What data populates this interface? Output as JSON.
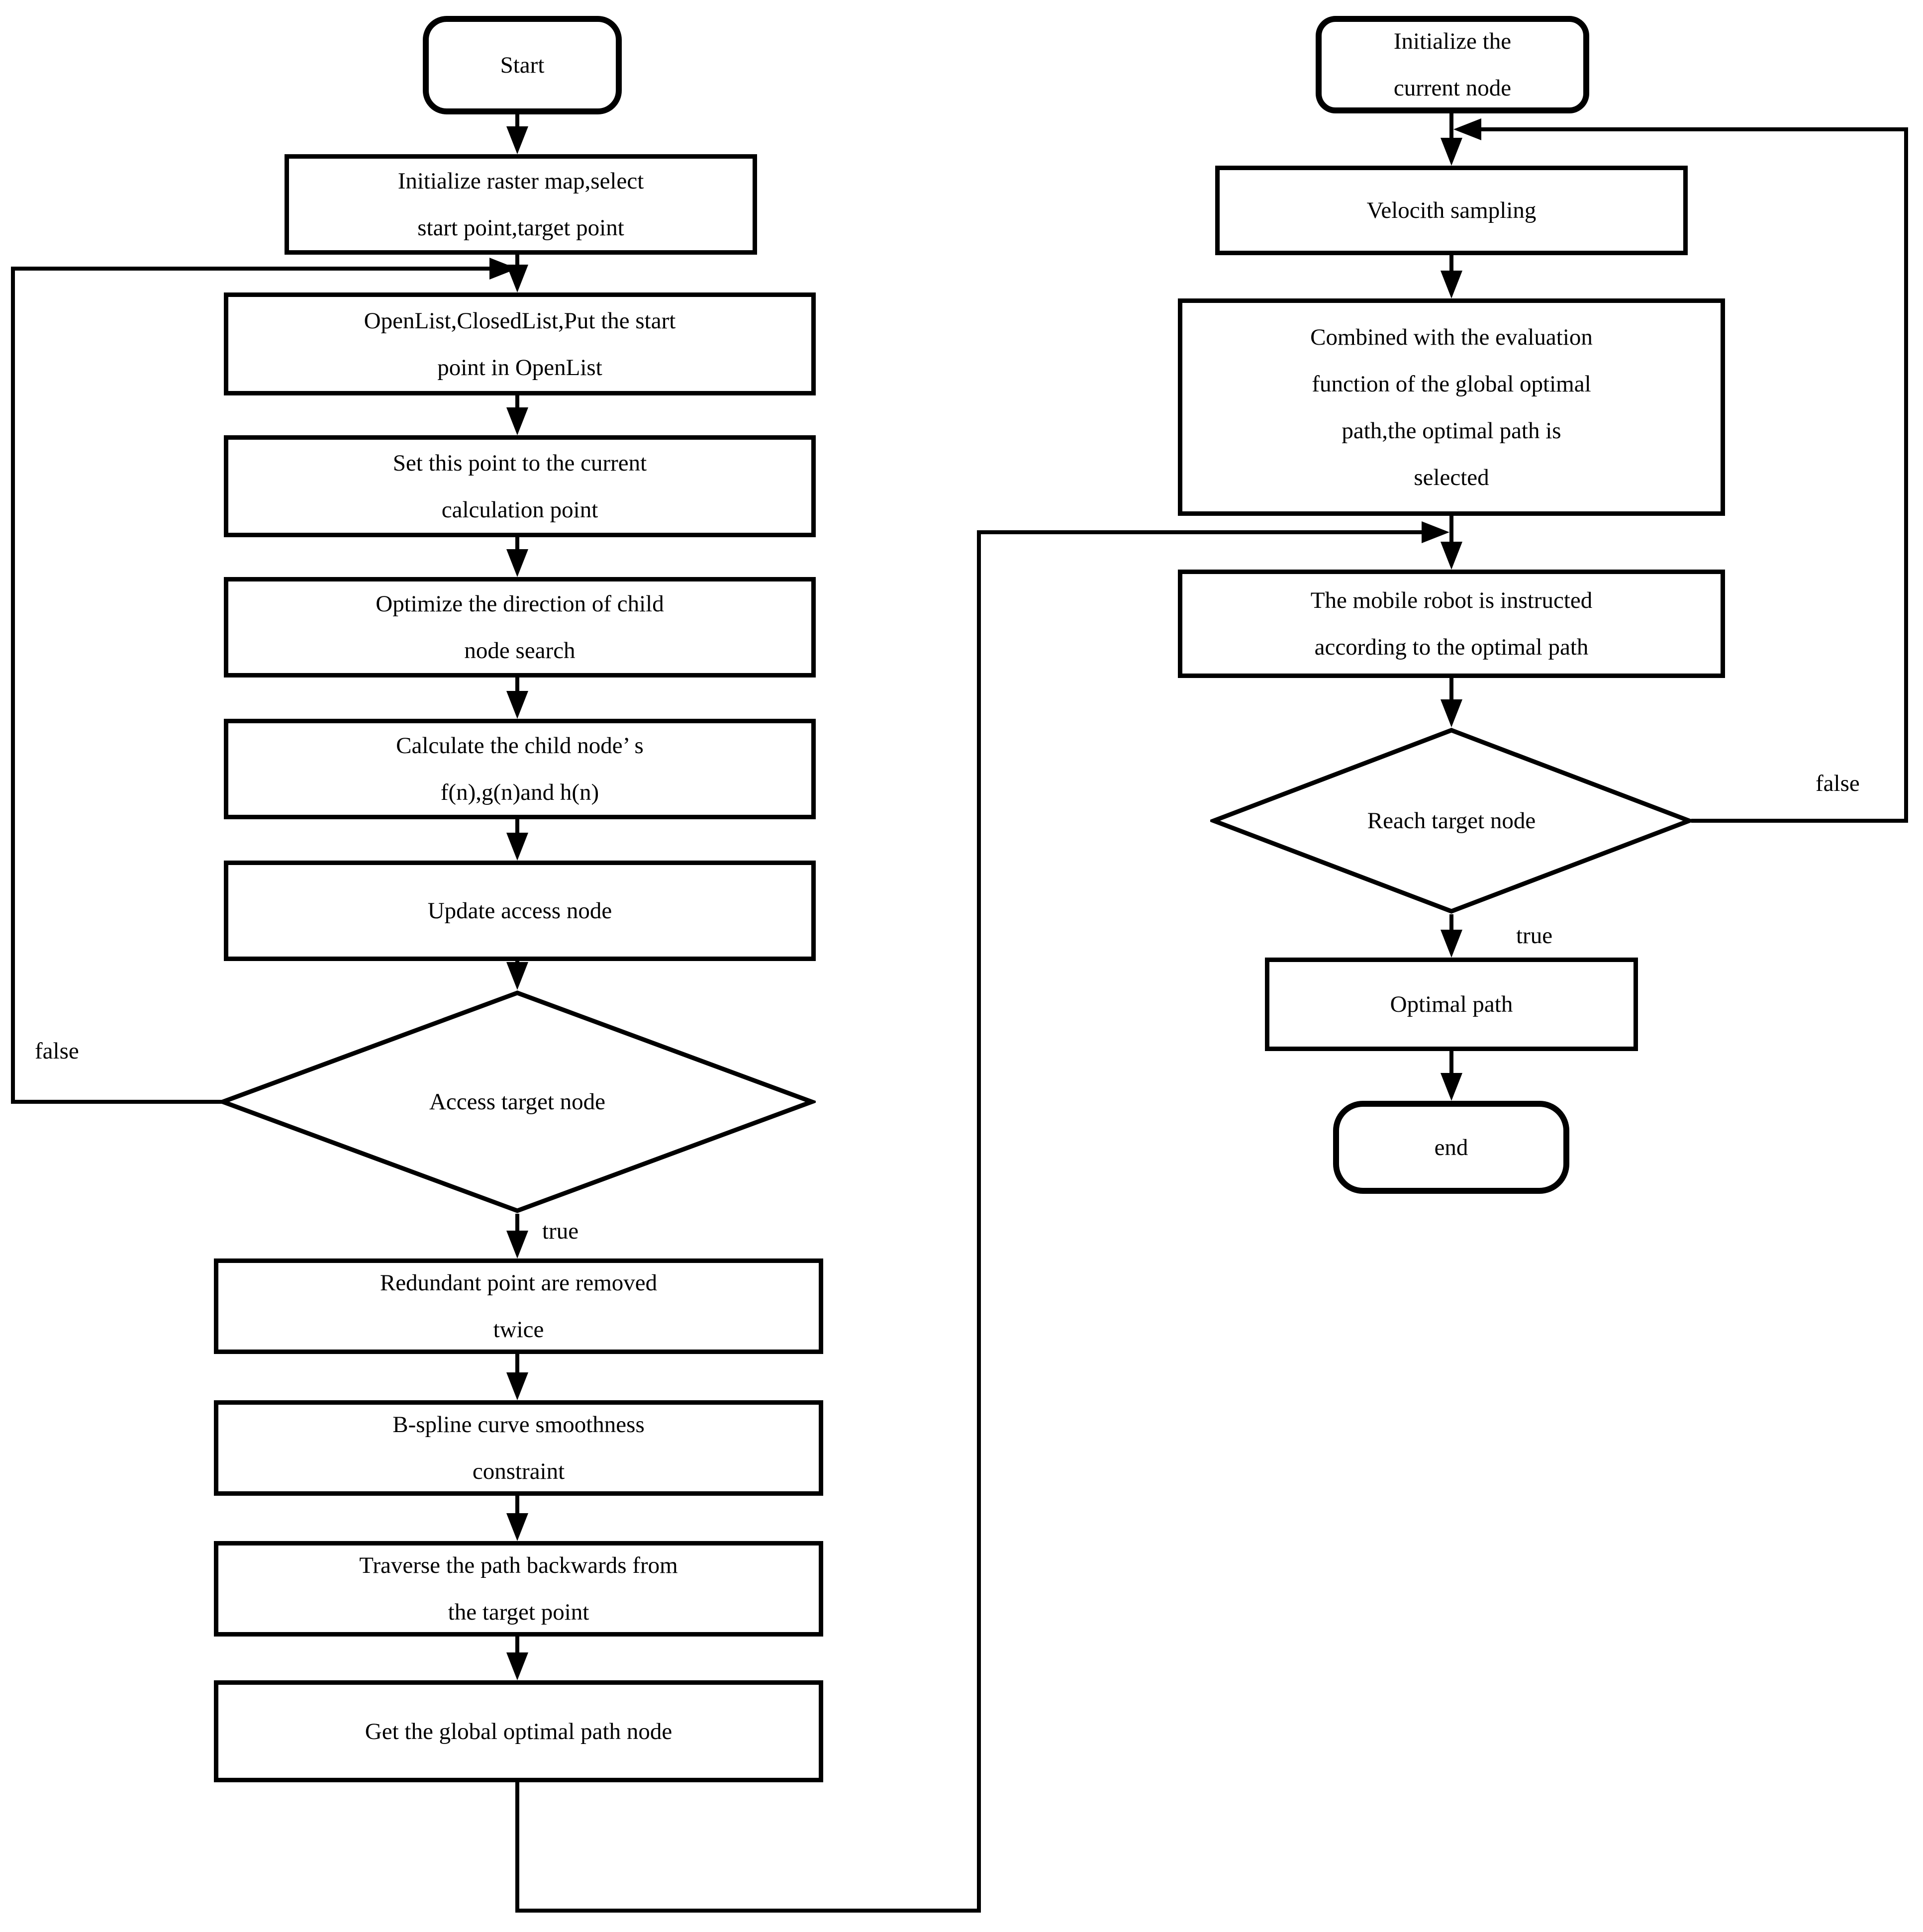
{
  "diagram": {
    "background": "#ffffff",
    "stroke_color": "#000000",
    "text_color": "#000000",
    "nodes": {
      "start": {
        "label": "Start"
      },
      "init_map": {
        "label": "Initialize raster map,select\nstart point,target point"
      },
      "open_list": {
        "label": "OpenList,ClosedList,Put the start\npoint in OpenList"
      },
      "set_point": {
        "label": "Set this point to the current\ncalculation point"
      },
      "optimize": {
        "label": "Optimize the direction of child\nnode search"
      },
      "calculate": {
        "label": "Calculate the child node’ s\nf(n),g(n)and h(n)"
      },
      "update": {
        "label": "Update access node"
      },
      "access_decision": {
        "label": "Access target node"
      },
      "redundant": {
        "label": "Redundant point are removed\ntwice"
      },
      "bspline": {
        "label": "B-spline curve smoothness\nconstraint"
      },
      "traverse": {
        "label": "Traverse the path backwards from\nthe target point"
      },
      "get_global": {
        "label": "Get the global optimal path node"
      },
      "init_node": {
        "label": "Initialize the\ncurrent node"
      },
      "velocity": {
        "label": "Velocith sampling"
      },
      "combined": {
        "label": "Combined with the evaluation\nfunction of the global optimal\npath,the optimal path is\nselected"
      },
      "mobile": {
        "label": "The mobile robot is instructed\naccording to the optimal path"
      },
      "reach_decision": {
        "label": "Reach target node"
      },
      "optimal": {
        "label": "Optimal path"
      },
      "end": {
        "label": "end"
      }
    },
    "edge_labels": {
      "access_false": "false",
      "access_true": "true",
      "reach_false": "false",
      "reach_true": "true"
    }
  }
}
